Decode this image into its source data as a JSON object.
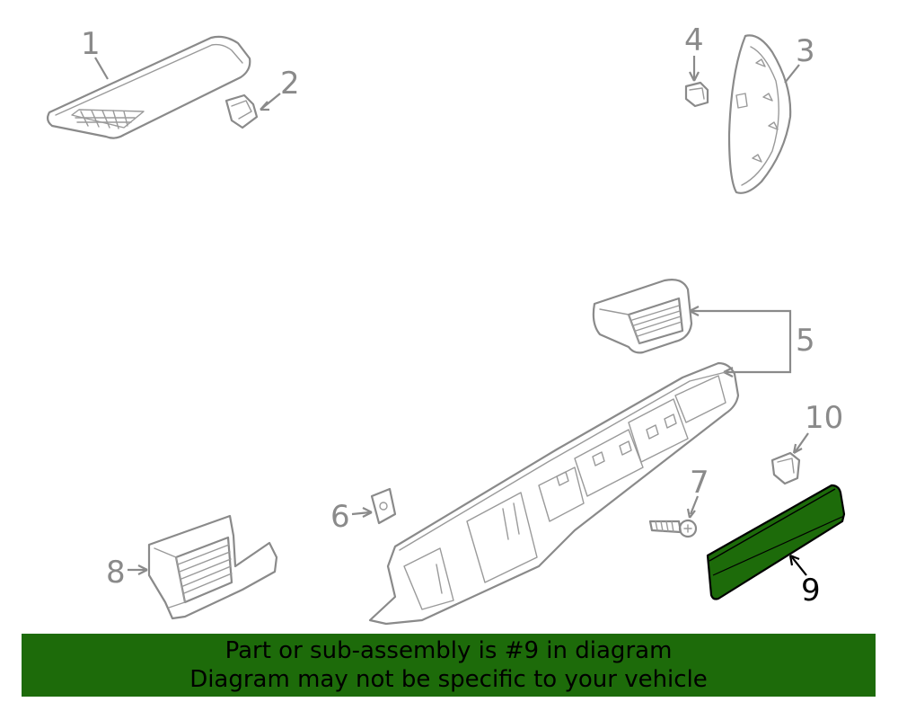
{
  "diagram": {
    "callouts": [
      {
        "id": "1",
        "label": "1"
      },
      {
        "id": "2",
        "label": "2"
      },
      {
        "id": "3",
        "label": "3"
      },
      {
        "id": "4",
        "label": "4"
      },
      {
        "id": "5",
        "label": "5"
      },
      {
        "id": "6",
        "label": "6"
      },
      {
        "id": "7",
        "label": "7"
      },
      {
        "id": "8",
        "label": "8"
      },
      {
        "id": "9",
        "label": "9"
      },
      {
        "id": "10",
        "label": "10"
      }
    ],
    "highlighted_part": "9",
    "colors": {
      "line": "#8a8a8a",
      "highlight_fill": "#1d6b0a",
      "highlight_stroke": "#000000"
    }
  },
  "banner": {
    "line1": "Part or sub-assembly is #9 in diagram",
    "line2": "Diagram may not be specific to your vehicle",
    "background": "#1d6b0a"
  }
}
